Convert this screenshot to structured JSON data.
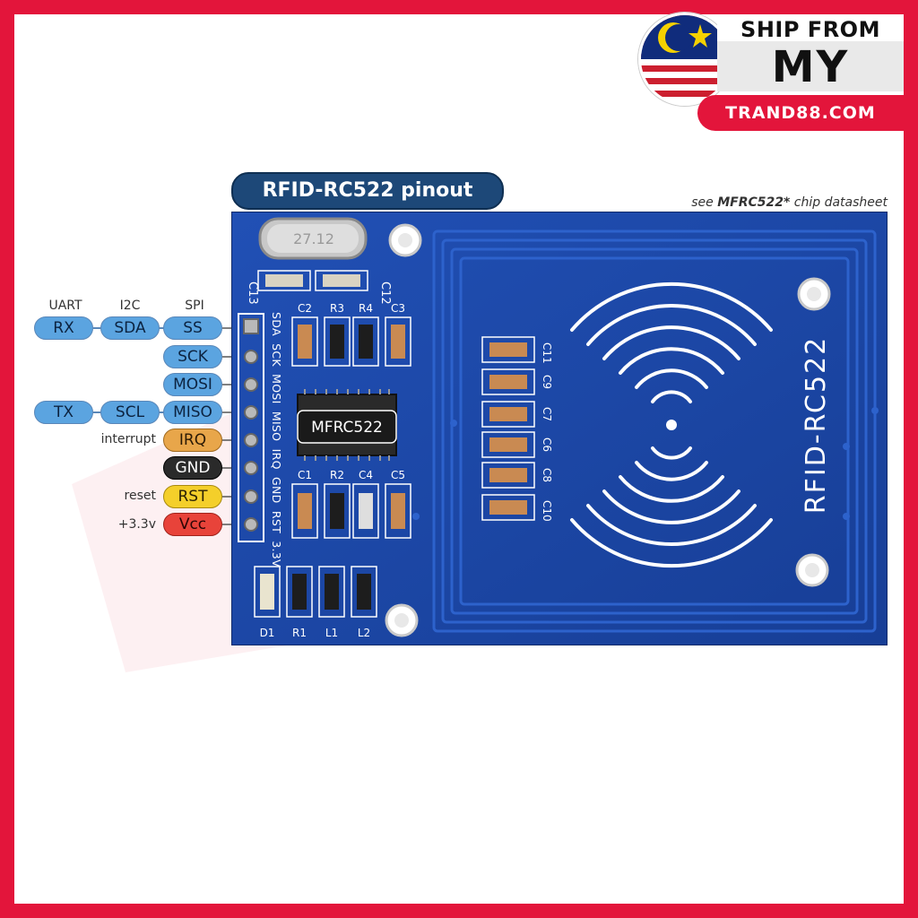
{
  "banner": {
    "ship_from": "SHIP FROM",
    "country": "MY",
    "site": "TRAND88.COM"
  },
  "diagram": {
    "title": "RFID-RC522 pinout",
    "note_prefix": "see ",
    "note_chip": "MFRC522*",
    "note_suffix": " chip datasheet",
    "column_headers": {
      "uart": "UART",
      "i2c": "I2C",
      "spi": "SPI"
    },
    "pins": [
      {
        "uart": "RX",
        "i2c": "SDA",
        "spi": "SS",
        "side": "",
        "color": "blue"
      },
      {
        "uart": "",
        "i2c": "",
        "spi": "SCK",
        "side": "",
        "color": "blue"
      },
      {
        "uart": "",
        "i2c": "",
        "spi": "MOSI",
        "side": "",
        "color": "blue"
      },
      {
        "uart": "TX",
        "i2c": "SCL",
        "spi": "MISO",
        "side": "",
        "color": "blue"
      },
      {
        "uart": "",
        "i2c": "",
        "spi": "IRQ",
        "side": "interrupt",
        "color": "orange"
      },
      {
        "uart": "",
        "i2c": "",
        "spi": "GND",
        "side": "",
        "color": "black"
      },
      {
        "uart": "",
        "i2c": "",
        "spi": "RST",
        "side": "reset",
        "color": "yellow"
      },
      {
        "uart": "",
        "i2c": "",
        "spi": "Vcc",
        "side": "+3.3v",
        "color": "red"
      }
    ],
    "board": {
      "header_labels": [
        "SDA",
        "SCK",
        "MOSI",
        "MISO",
        "IRQ",
        "GND",
        "RST",
        "3.3V"
      ],
      "chip_label": "MFRC522",
      "board_name": "RFID-RC522",
      "crystal_label": "27.12",
      "comp_c13": "C13",
      "comp_c12": "C12",
      "top_row": [
        "C2",
        "R3",
        "R4",
        "C3"
      ],
      "bottom_row": [
        "C1",
        "R2",
        "C4",
        "C5"
      ],
      "low_row": [
        "D1",
        "R1",
        "L1",
        "L2"
      ],
      "right_col": [
        "C11",
        "C9",
        "C7",
        "C6",
        "C8",
        "C10"
      ]
    }
  }
}
